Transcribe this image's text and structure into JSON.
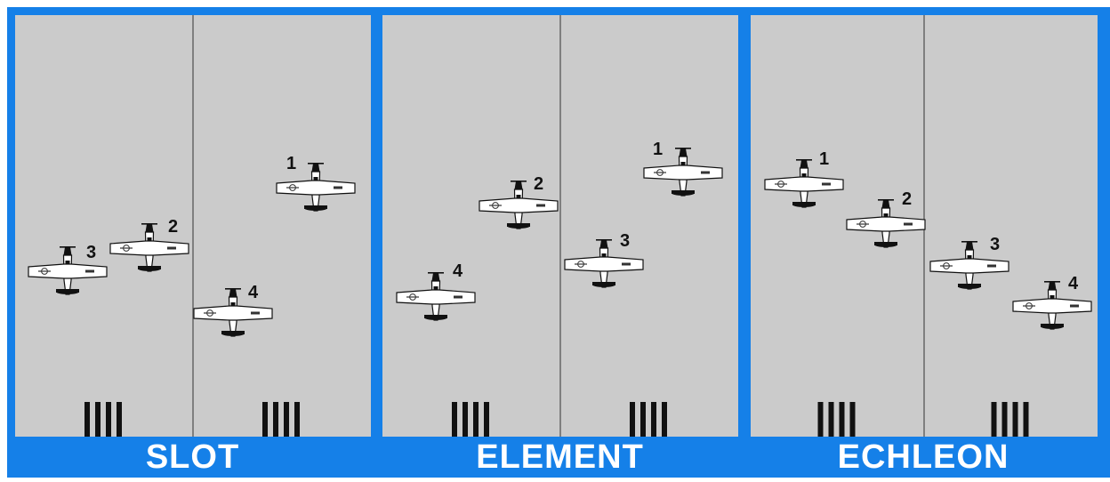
{
  "colors": {
    "frame": "#1580e8",
    "runway": "#cbcbcb",
    "centerline": "#666666",
    "thresholdMarks": "#111111",
    "label": "#ffffff"
  },
  "panels": [
    {
      "label": "SLOT",
      "aircraft": [
        {
          "number": "1",
          "icon": "airplane-icon"
        },
        {
          "number": "2",
          "icon": "airplane-icon"
        },
        {
          "number": "3",
          "icon": "airplane-icon"
        },
        {
          "number": "4",
          "icon": "airplane-icon"
        }
      ]
    },
    {
      "label": "ELEMENT",
      "aircraft": [
        {
          "number": "1",
          "icon": "airplane-icon"
        },
        {
          "number": "2",
          "icon": "airplane-icon"
        },
        {
          "number": "3",
          "icon": "airplane-icon"
        },
        {
          "number": "4",
          "icon": "airplane-icon"
        }
      ]
    },
    {
      "label": "ECHLEON",
      "aircraft": [
        {
          "number": "1",
          "icon": "airplane-icon"
        },
        {
          "number": "2",
          "icon": "airplane-icon"
        },
        {
          "number": "3",
          "icon": "airplane-icon"
        },
        {
          "number": "4",
          "icon": "airplane-icon"
        }
      ]
    }
  ]
}
